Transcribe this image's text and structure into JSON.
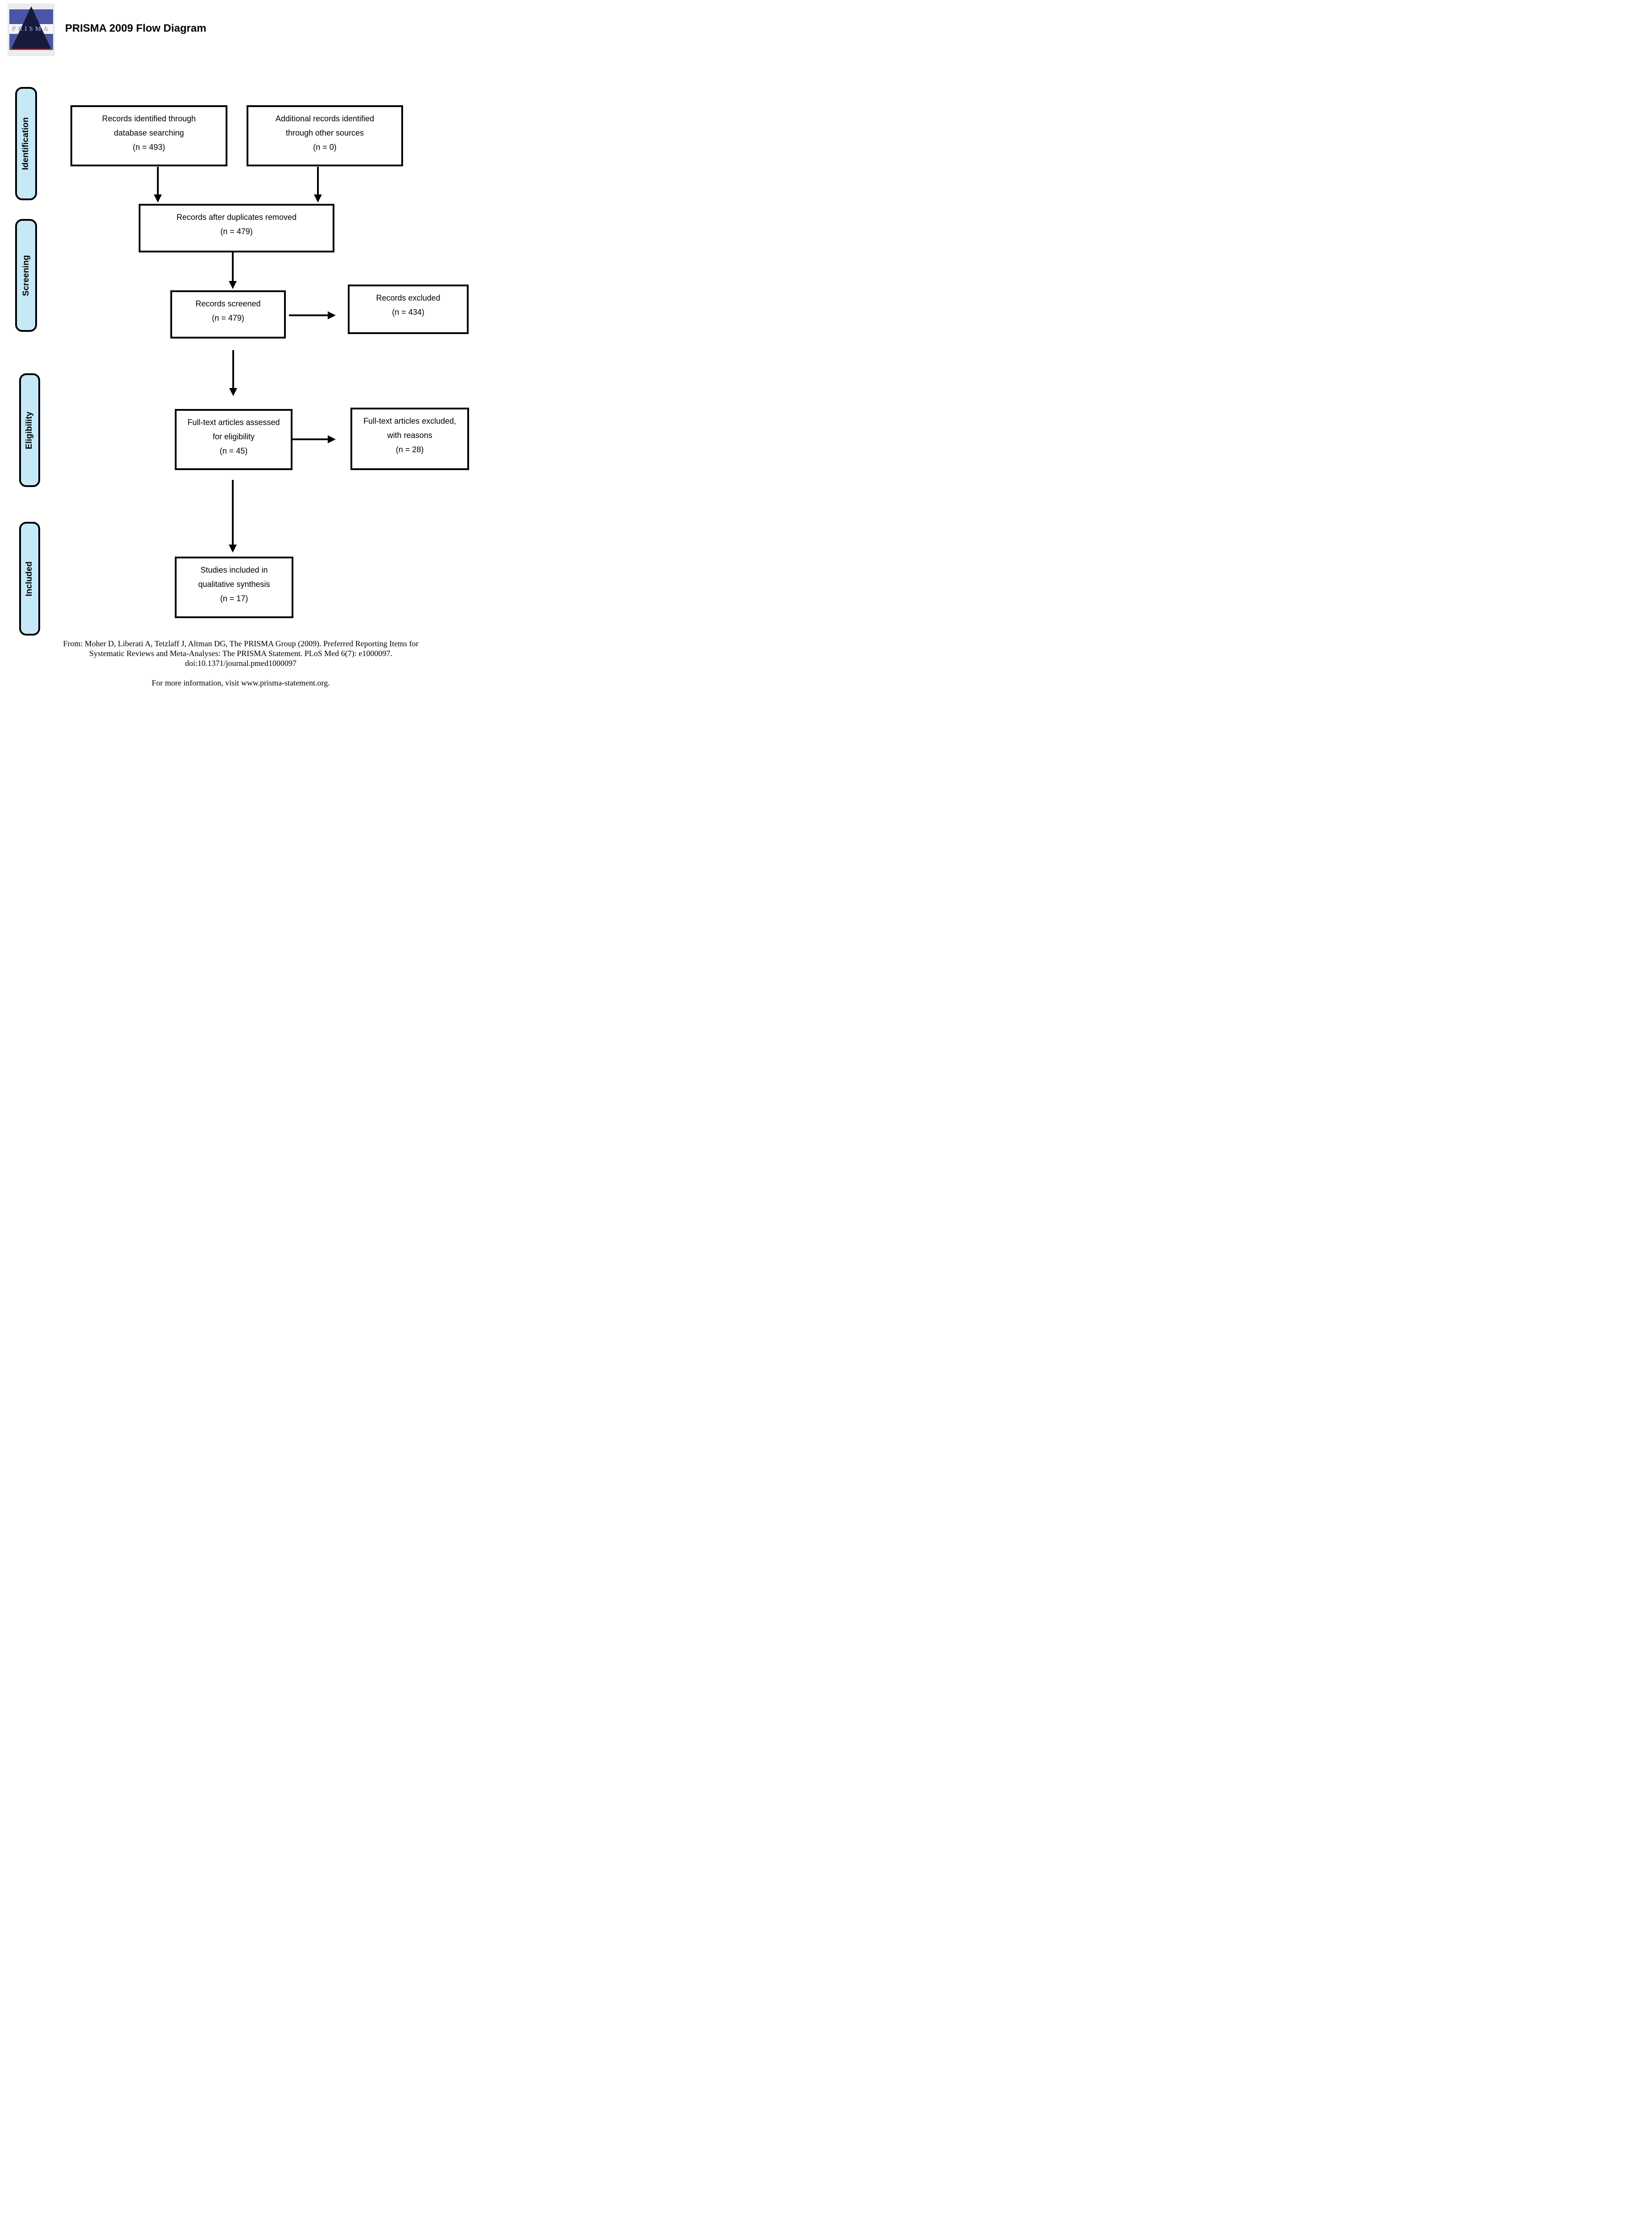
{
  "header": {
    "logo_text": "PRISMA",
    "title": "PRISMA 2009 Flow Diagram"
  },
  "sidebar": {
    "stages": [
      {
        "label": "Identification"
      },
      {
        "label": "Screening"
      },
      {
        "label": "Eligibility"
      },
      {
        "label": "Included"
      }
    ]
  },
  "flow": {
    "identification": {
      "records_db": "Records identified through\ndatabase searching\n(n = 493)",
      "records_other": "Additional records identified\nthrough other sources\n(n = 0)"
    },
    "screening": {
      "after_duplicates": "Records after duplicates removed\n(n = 479)",
      "screened": "Records screened\n(n = 479)",
      "excluded": "Records excluded\n(n = 434)"
    },
    "eligibility": {
      "fulltext_assessed": "Full-text articles assessed\nfor eligibility\n(n = 45)",
      "fulltext_excluded": "Full-text articles excluded,\nwith reasons\n(n = 28)"
    },
    "included": {
      "qualitative_synthesis": "Studies included in\nqualitative synthesis\n(n = 17)"
    }
  },
  "counts": {
    "identified_database": 493,
    "identified_other_sources": 0,
    "after_duplicates_removed": 479,
    "records_screened": 479,
    "records_excluded": 434,
    "fulltext_assessed": 45,
    "fulltext_excluded_with_reasons": 28,
    "included_qualitative_synthesis": 17
  },
  "footer": {
    "citation_line1": "From:  Moher D, Liberati A, Tetzlaff J, Altman DG, The PRISMA Group (2009). Preferred Reporting Items for",
    "citation_line2": "Systematic Reviews and Meta-Analyses: The PRISMA Statement. PLoS Med 6(7): e1000097.",
    "citation_line3": "doi:10.1371/journal.pmed1000097",
    "more_info": "For more information, visit www.prisma-statement.org."
  },
  "colors": {
    "stage_fill": "#c6e9f8",
    "box_border": "#000000",
    "logo_blue": "#4b55a7",
    "logo_triangle": "#181a3c",
    "logo_maroon": "#58101a",
    "logo_background": "#ececec",
    "logo_letters": "#b9c4da"
  }
}
